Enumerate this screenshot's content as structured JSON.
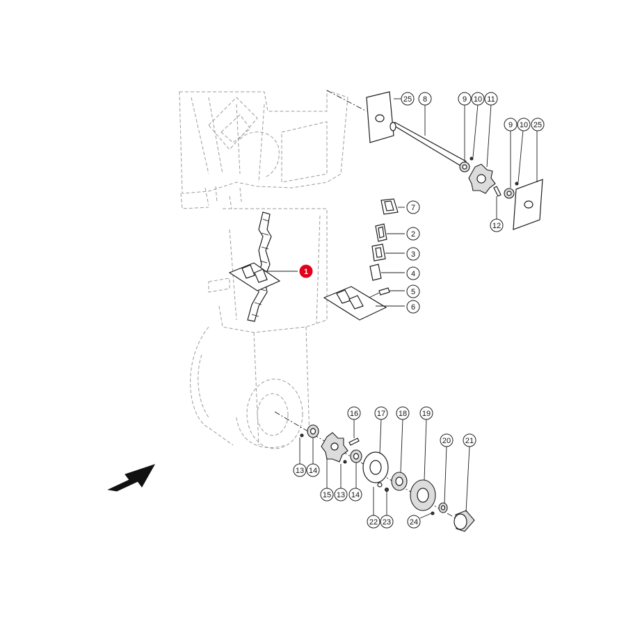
{
  "callouts": [
    {
      "id": "c1",
      "label": "1",
      "highlight": true
    },
    {
      "id": "c2",
      "label": "2"
    },
    {
      "id": "c3",
      "label": "3"
    },
    {
      "id": "c4",
      "label": "4"
    },
    {
      "id": "c5",
      "label": "5"
    },
    {
      "id": "c6",
      "label": "6"
    },
    {
      "id": "c7",
      "label": "7"
    },
    {
      "id": "c8",
      "label": "8"
    },
    {
      "id": "c9a",
      "label": "9"
    },
    {
      "id": "c10a",
      "label": "10"
    },
    {
      "id": "c11",
      "label": "11"
    },
    {
      "id": "c9b",
      "label": "9"
    },
    {
      "id": "c10b",
      "label": "10"
    },
    {
      "id": "c25b",
      "label": "25"
    },
    {
      "id": "c25a",
      "label": "25"
    },
    {
      "id": "c12",
      "label": "12"
    },
    {
      "id": "c16",
      "label": "16"
    },
    {
      "id": "c17",
      "label": "17"
    },
    {
      "id": "c18",
      "label": "18"
    },
    {
      "id": "c19",
      "label": "19"
    },
    {
      "id": "c20",
      "label": "20"
    },
    {
      "id": "c21",
      "label": "21"
    },
    {
      "id": "c13a",
      "label": "13"
    },
    {
      "id": "c14a",
      "label": "14"
    },
    {
      "id": "c15",
      "label": "15"
    },
    {
      "id": "c13b",
      "label": "13"
    },
    {
      "id": "c14b",
      "label": "14"
    },
    {
      "id": "c22",
      "label": "22"
    },
    {
      "id": "c23",
      "label": "23"
    },
    {
      "id": "c24",
      "label": "24"
    }
  ],
  "colors": {
    "highlight": "#e2001a",
    "line": "#1a1a1a",
    "ghost": "#9a9a9a"
  }
}
